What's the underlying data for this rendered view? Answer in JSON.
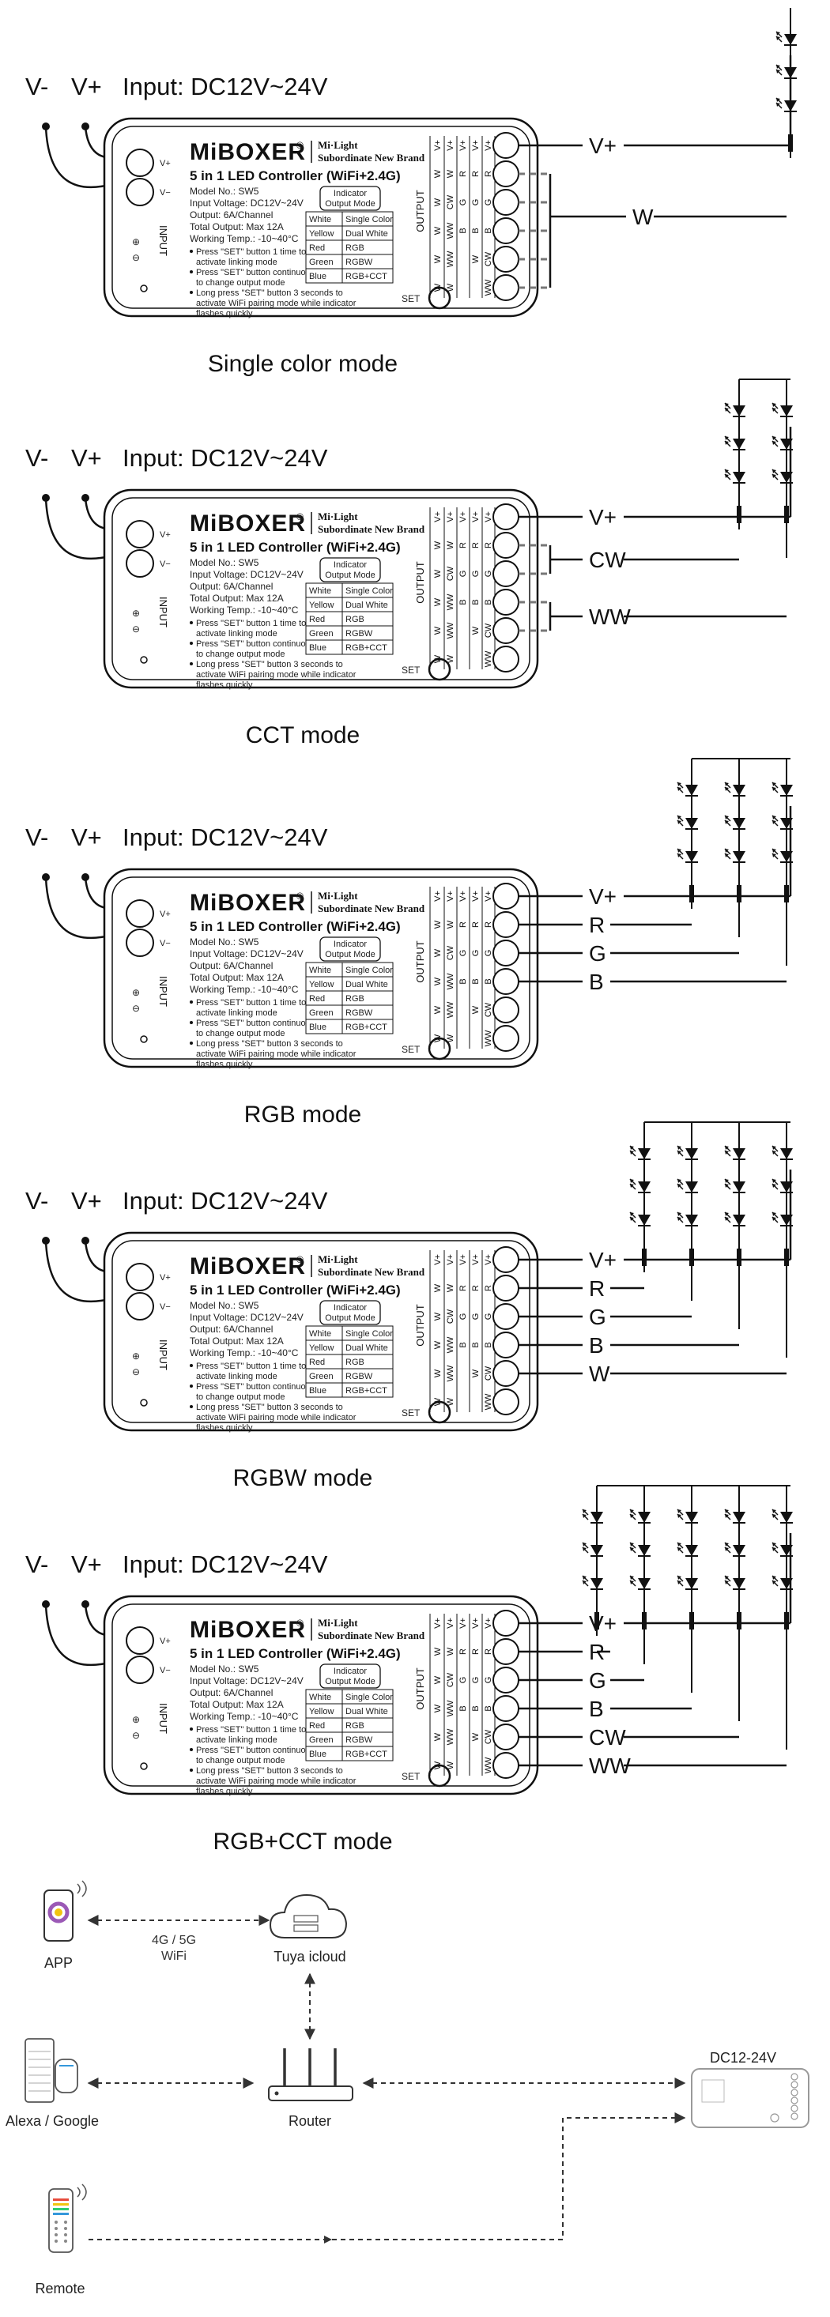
{
  "input_label": "Input: DC12V~24V",
  "v_minus": "V-",
  "v_plus": "V+",
  "controller": {
    "brand": "MiBOXER",
    "reg": "®",
    "sub1": "Mi·Light",
    "sub2": "Subordinate New Brand",
    "title": "5 in 1 LED Controller (WiFi+2.4G)",
    "specs": [
      "Model No.: SW5",
      "Input Voltage: DC12V~24V",
      "Output: 6A/Channel",
      "Total Output: Max 12A",
      "Working Temp.: -10~40°C"
    ],
    "notes": [
      "Press \"SET\" button 1 time to",
      "activate linking mode",
      "Press \"SET\" button continuously",
      "to change output mode",
      "Long press \"SET\" button 3 seconds to",
      "activate WiFi pairing mode while indicator",
      "flashes quickly"
    ],
    "indicator_header": [
      "Indicator",
      "Output Mode"
    ],
    "indicator_rows": [
      [
        "White",
        "Single Color"
      ],
      [
        "Yellow",
        "Dual White"
      ],
      [
        "Red",
        "RGB"
      ],
      [
        "Green",
        "RGBW"
      ],
      [
        "Blue",
        "RGB+CCT"
      ]
    ],
    "set": "SET",
    "input_vert": "INPUT",
    "output_vert": "OUTPUT",
    "vplus_side": "V+",
    "vminus_side": "V−",
    "output_cols": [
      [
        "V+",
        "W",
        "W",
        "W",
        "W",
        "W"
      ],
      [
        "V+",
        "W",
        "CW",
        "WW",
        "WW",
        "W"
      ],
      [
        "V+",
        "R",
        "G",
        "B",
        "",
        ""
      ],
      [
        "V+",
        "R",
        "G",
        "B",
        "W",
        ""
      ],
      [
        "V+",
        "R",
        "G",
        "B",
        "CW",
        "WW"
      ]
    ]
  },
  "modes": [
    {
      "caption": "Single color mode",
      "wires": [
        "V+",
        "W"
      ]
    },
    {
      "caption": "CCT mode",
      "wires": [
        "V+",
        "CW",
        "WW"
      ]
    },
    {
      "caption": "RGB mode",
      "wires": [
        "V+",
        "R",
        "G",
        "B"
      ]
    },
    {
      "caption": "RGBW mode",
      "wires": [
        "V+",
        "R",
        "G",
        "B",
        "W"
      ]
    },
    {
      "caption": "RGB+CCT mode",
      "wires": [
        "V+",
        "R",
        "G",
        "B",
        "CW",
        "WW"
      ]
    }
  ],
  "network": {
    "app": "APP",
    "link": [
      "4G / 5G",
      "WiFi"
    ],
    "cloud": "Tuya icloud",
    "alexa": "Alexa / Google",
    "router": "Router",
    "power": "DC12-24V",
    "remote": "Remote"
  },
  "colors": {
    "line": "#111111",
    "dashed": "#777777",
    "body": "#ffffff"
  }
}
